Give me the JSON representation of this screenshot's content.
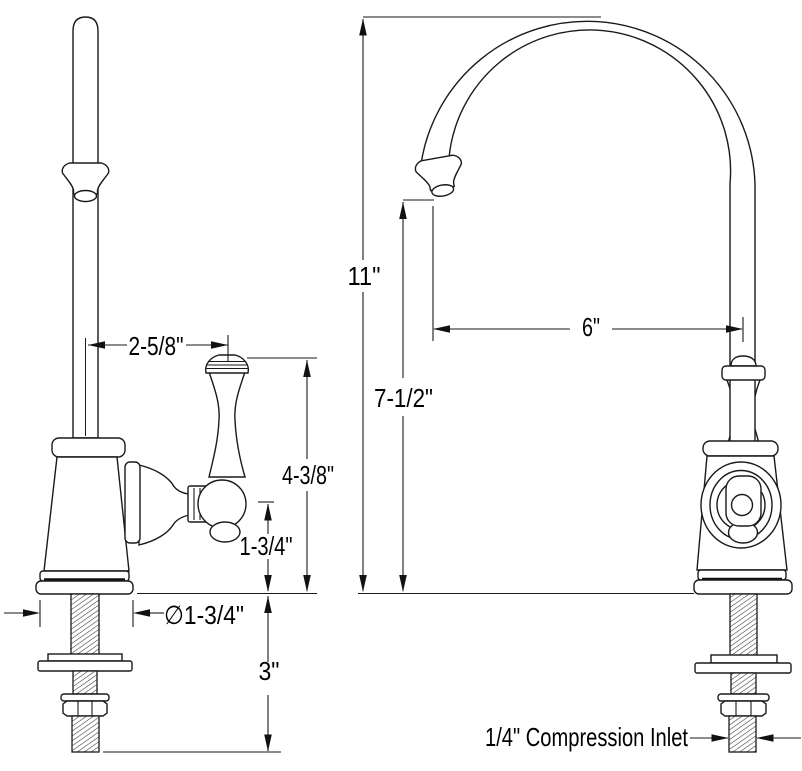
{
  "drawing": {
    "type": "faucet-dimension-drawing",
    "colors": {
      "line": "#1a1a1a",
      "background": "#ffffff"
    },
    "side_view": {
      "dim_spout_to_handle": "2-5/8\"",
      "dim_handle_top_to_deck": "4-3/8\"",
      "dim_handle_pivot_to_deck": "1-3/4\"",
      "dim_base_diameter": "∅1-3/4\"",
      "dim_shank_length": "3\""
    },
    "front_view": {
      "dim_overall_height": "11\"",
      "dim_spout_outlet_height": "7-1/2\"",
      "dim_spout_reach": "6\"",
      "label_inlet": "1/4\" Compression Inlet"
    }
  }
}
